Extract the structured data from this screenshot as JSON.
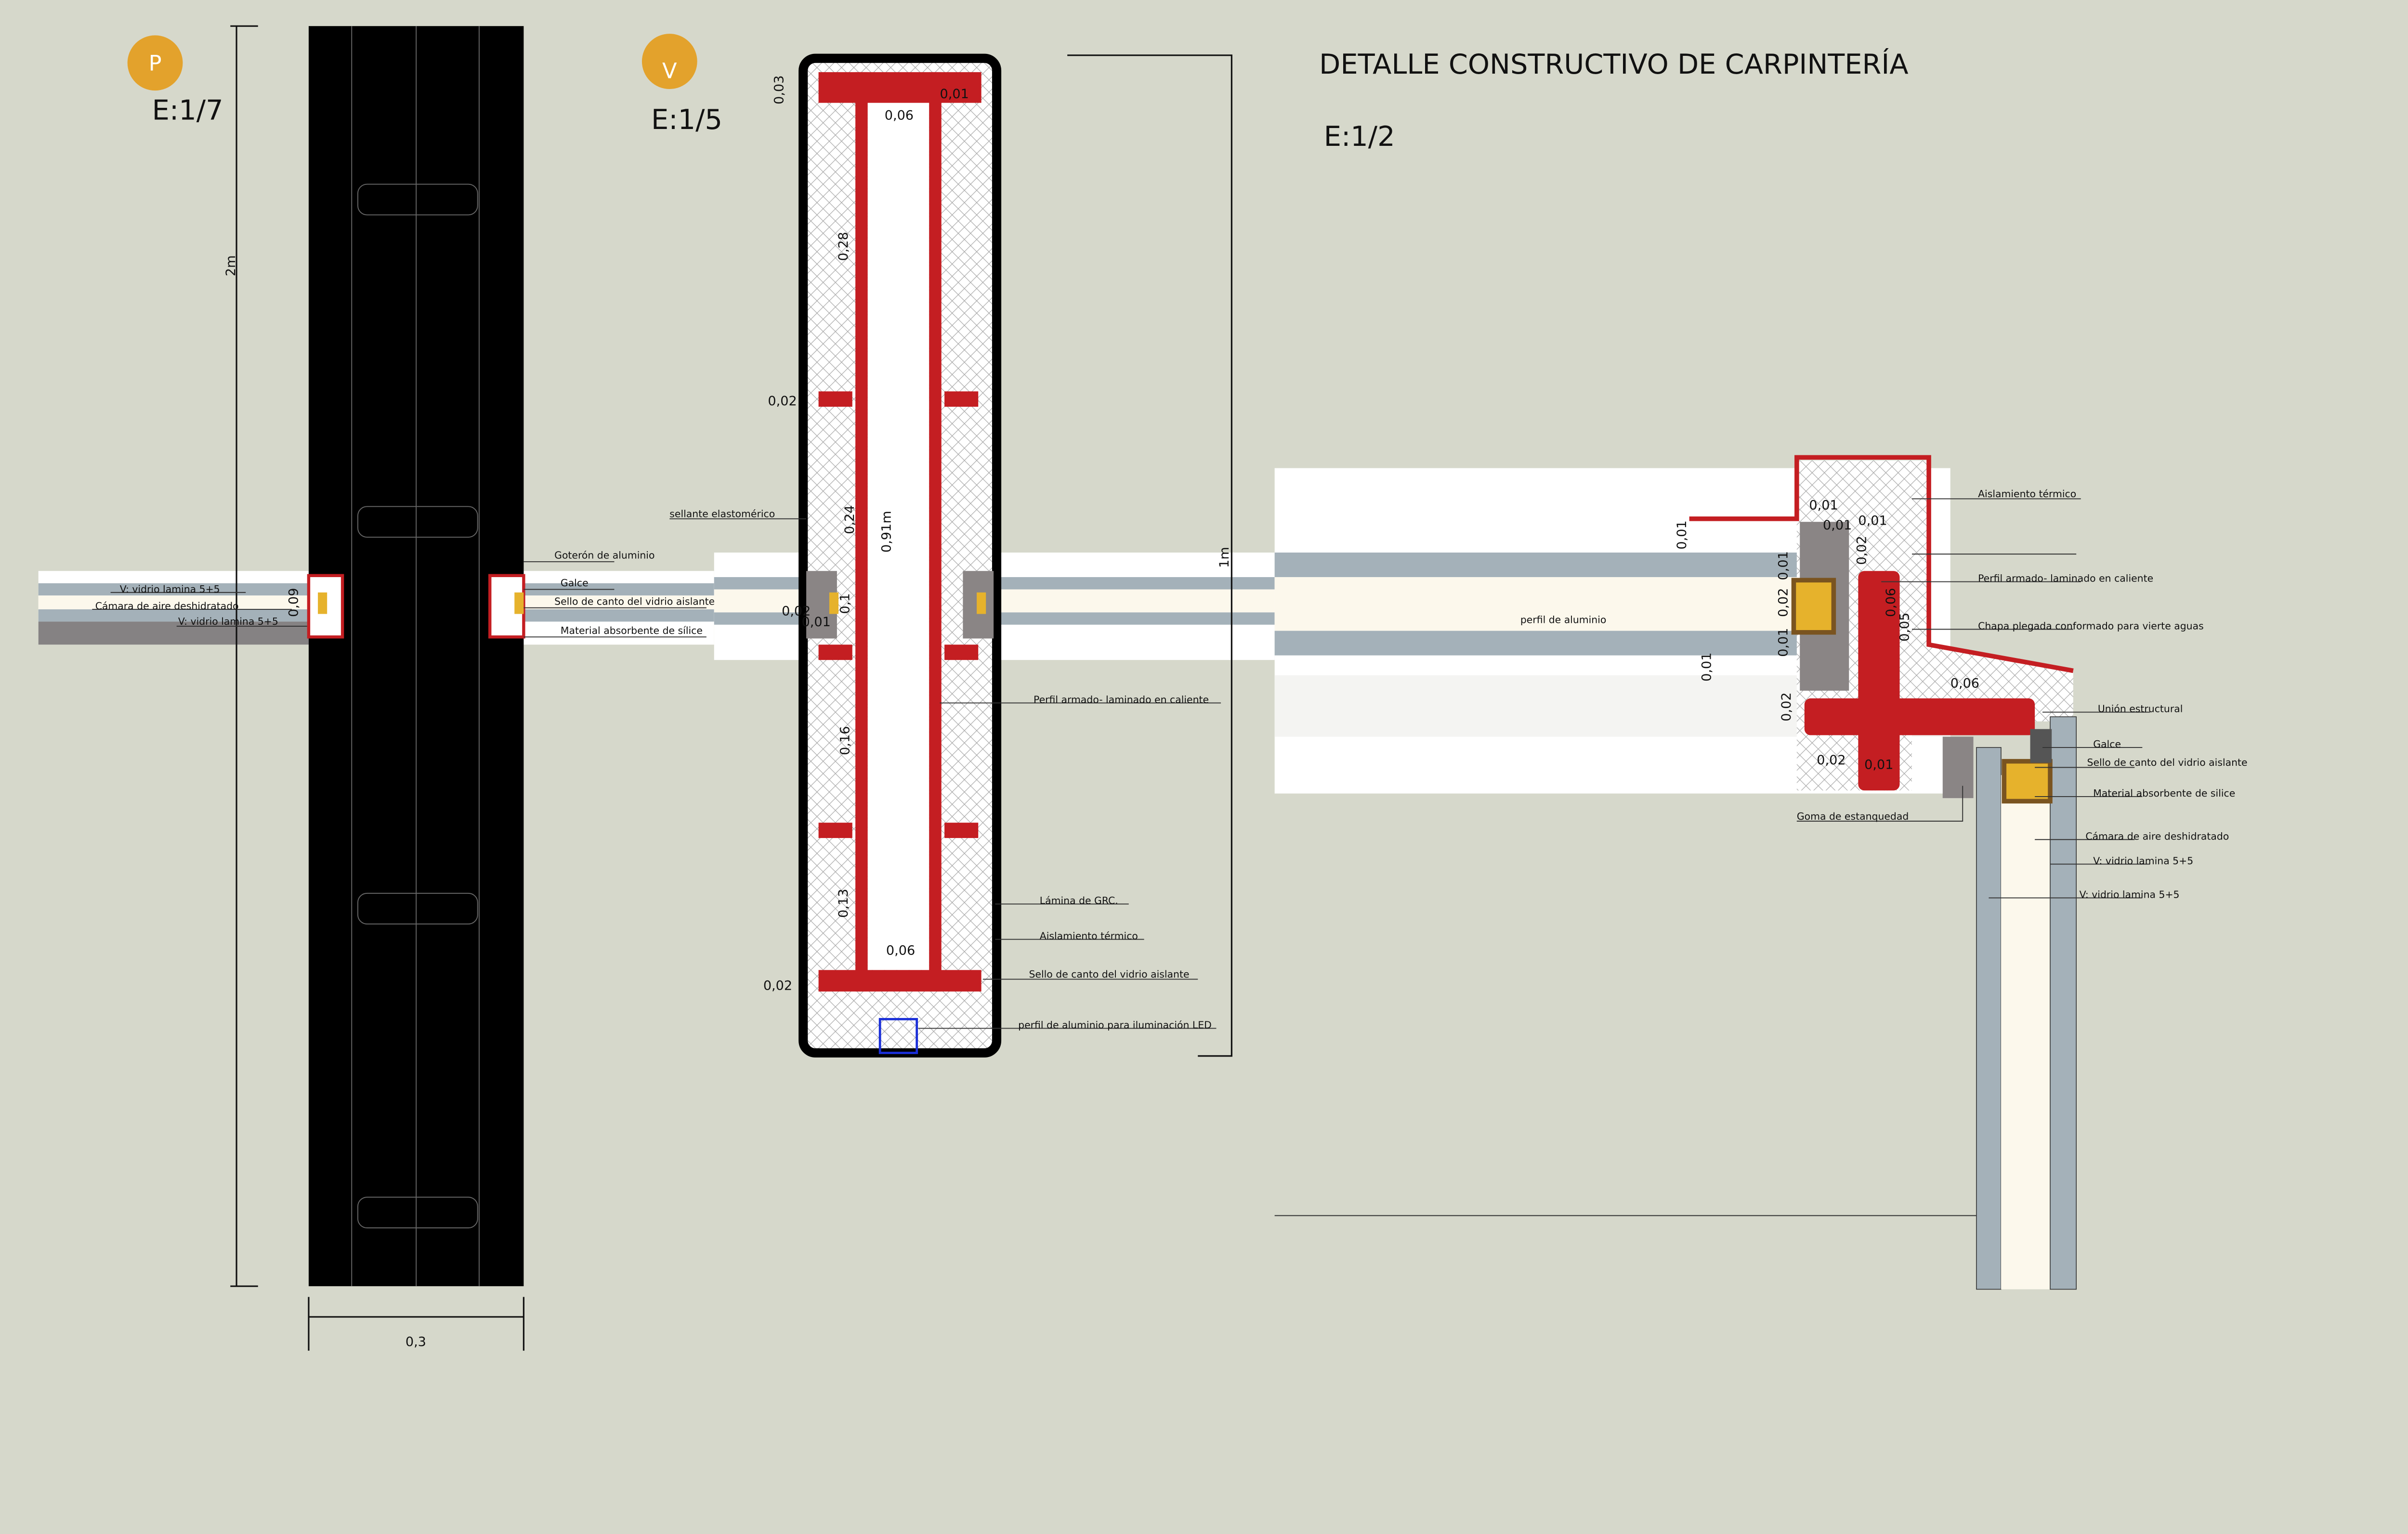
{
  "title": "DETALLE CONSTRUCTIVO DE CARPINTERÍA",
  "colors": {
    "background": "#d6d8cb",
    "badge": "#e3a22c",
    "steel": "#c41e22",
    "glass": "#a4b1b9",
    "seal": "#e6b22c",
    "frame": "#8a8585"
  },
  "plan": {
    "badge": "P",
    "scale": "E:1/7",
    "dims": {
      "height": "2m",
      "width": "0,3",
      "glass": "0,09"
    },
    "labels": {
      "glass_outer": "V: vidrio lamina 5+5",
      "air": "Cámara de aire deshidratado",
      "glass_inner": "V: vidrio lamina 5+5",
      "drip": "Goterón de aluminio",
      "galce": "Galce",
      "edge_seal": "Sello de canto del vidrio aislante",
      "silica": "Material absorbente de sílice"
    }
  },
  "section": {
    "badge": "V",
    "scale": "E:1/5",
    "dims": {
      "d003": "0,03",
      "d001": "0,01",
      "d006a": "0,06",
      "d028": "0,28",
      "d002a": "0,02",
      "d024": "0,24",
      "d091": "0,91m",
      "d01": "0,1",
      "d002b": "0,02",
      "d001b": "0,01",
      "d016": "0,16",
      "d013": "0,13",
      "d006b": "0,06",
      "d002c": "0,02",
      "total": "1m"
    },
    "labels": {
      "sealant": "sellante elastomérico",
      "steel": "Perfil armado- laminado en caliente",
      "grc": "Lámina de GRC.",
      "insulation": "Aislamiento térmico",
      "edge_seal": "Sello de canto del vidrio aislante",
      "led": "perfil de aluminio para iluminación LED"
    }
  },
  "detail": {
    "scale": "E:1/2",
    "dims": {
      "a": "0,01",
      "b": "0,01",
      "c": "0,01",
      "d": "0,02",
      "e": "0,01",
      "f": "0,02",
      "g": "0,01",
      "h": "0,06",
      "i": "0,05",
      "j": "0,01",
      "k": "0,06",
      "l": "0,02",
      "m": "0,02",
      "n": "0,01"
    },
    "labels": {
      "profile": "perfil de aluminio",
      "insulation": "Aislamiento térmico",
      "steel": "Perfil armado- laminado en caliente",
      "flashing": "Chapa plegada conformado para vierte aguas",
      "union": "Unión estructural",
      "galce": "Galce",
      "edge_seal": "Sello de canto del vidrio aislante",
      "silica": "Material absorbente de silice",
      "gasket": "Goma de estanquedad",
      "air": "Cámara de aire deshidratado",
      "glass1": "V: vidrio lamina 5+5",
      "glass2": "V: vidrio lamina 5+5"
    }
  }
}
